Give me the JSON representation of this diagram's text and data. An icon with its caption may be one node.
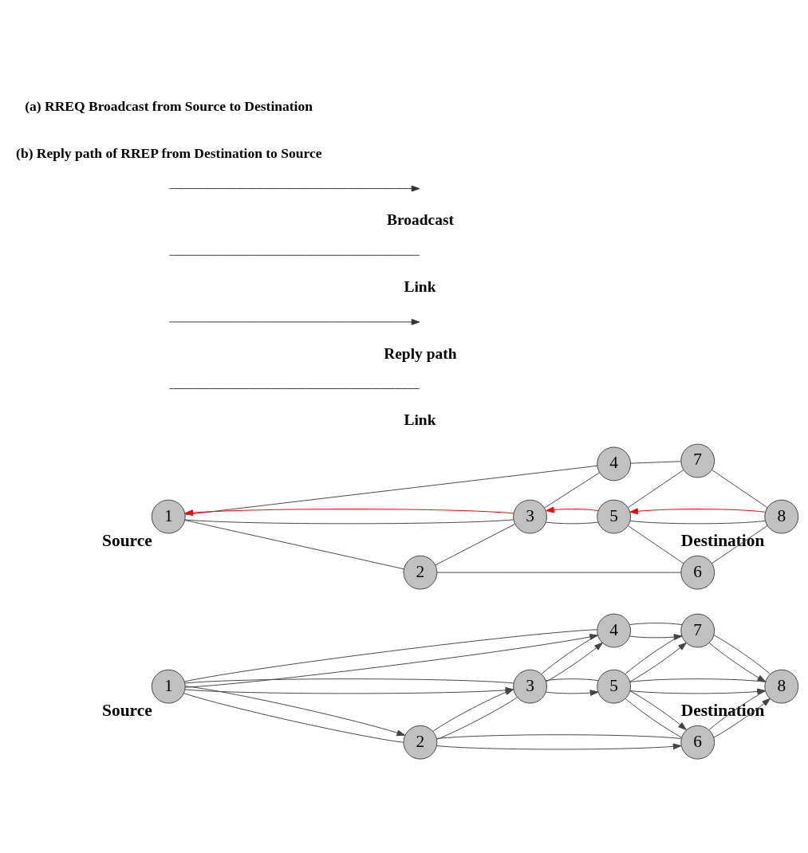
{
  "diagram": {
    "nodes": [
      {
        "text": [
          "1"
        ],
        "beside": [
          "Source"
        ]
      },
      {
        "text": [
          "2"
        ]
      },
      {
        "text": [
          "3"
        ]
      },
      {
        "text": [
          "4"
        ]
      },
      {
        "text": [
          "5"
        ]
      },
      {
        "text": [
          "6"
        ]
      },
      {
        "text": [
          "7"
        ]
      },
      {
        "text": [
          "8"
        ],
        "beside": [
          "Destination"
        ]
      },
      {
        "text": [
          "1"
        ],
        "beside": [
          "Source"
        ]
      },
      {
        "text": [
          "2"
        ]
      },
      {
        "text": [
          "3"
        ]
      },
      {
        "text": [
          "4"
        ]
      },
      {
        "text": [
          "5"
        ]
      },
      {
        "text": [
          "6"
        ]
      },
      {
        "text": [
          "7"
        ]
      },
      {
        "text": [
          "8"
        ],
        "beside": [
          "Destination"
        ]
      }
    ],
    "edges": [
      {
        "from": 0,
        "to": 1,
        "arrow": "none"
      },
      {
        "from": 0,
        "to": 1,
        "arrow": "to"
      },
      {
        "from": 0,
        "to": 2,
        "arrow": "to"
      },
      {
        "from": 0,
        "to": 2,
        "arrow": "none"
      },
      {
        "from": 0,
        "to": 3,
        "arrow": "to"
      },
      {
        "from": 0,
        "to": 3,
        "arrow": "none"
      },
      {
        "from": 1,
        "to": 2,
        "arrow": "none"
      },
      {
        "from": 1,
        "to": 2,
        "arrow": "to"
      },
      {
        "from": 1,
        "to": 5,
        "arrow": "to"
      },
      {
        "from": 1,
        "to": 5,
        "arrow": "none"
      },
      {
        "from": 2,
        "to": 3,
        "arrow": "to"
      },
      {
        "from": 2,
        "to": 3,
        "arrow": "none"
      },
      {
        "from": 2,
        "to": 4,
        "arrow": "to"
      },
      {
        "from": 2,
        "to": 4,
        "arrow": "none"
      },
      {
        "from": 3,
        "to": 6,
        "arrow": "to"
      },
      {
        "from": 3,
        "to": 6,
        "arrow": "none"
      },
      {
        "from": 4,
        "to": 5,
        "arrow": "none"
      },
      {
        "from": 4,
        "to": 5,
        "arrow": "to"
      },
      {
        "from": 4,
        "to": 6,
        "arrow": "to"
      },
      {
        "from": 4,
        "to": 6,
        "arrow": "none"
      },
      {
        "from": 4,
        "to": 7,
        "arrow": "to"
      },
      {
        "from": 4,
        "to": 7,
        "arrow": "none"
      },
      {
        "from": 5,
        "to": 7,
        "arrow": "to"
      },
      {
        "from": 5,
        "to": 7,
        "arrow": "none"
      },
      {
        "from": 6,
        "to": 7,
        "arrow": "to"
      },
      {
        "from": 6,
        "to": 7,
        "arrow": "none"
      },
      {
        "from": 8,
        "to": 9,
        "arrow": "none"
      },
      {
        "from": 10,
        "to": 8,
        "arrow": "to",
        "color": "#ff0000"
      },
      {
        "from": 8,
        "to": 10,
        "arrow": "none"
      },
      {
        "from": 8,
        "to": 11,
        "arrow": "none"
      },
      {
        "from": 9,
        "to": 10,
        "arrow": "none"
      },
      {
        "from": 9,
        "to": 13,
        "arrow": "none"
      },
      {
        "from": 10,
        "to": 11,
        "arrow": "none"
      },
      {
        "from": 12,
        "to": 10,
        "arrow": "to",
        "color": "#ff0000"
      },
      {
        "from": 10,
        "to": 12,
        "arrow": "none"
      },
      {
        "from": 11,
        "to": 14,
        "arrow": "none"
      },
      {
        "from": 12,
        "to": 13,
        "arrow": "none"
      },
      {
        "from": 12,
        "to": 14,
        "arrow": "none"
      },
      {
        "from": 15,
        "to": 12,
        "arrow": "to",
        "color": "#ff0000"
      },
      {
        "from": 12,
        "to": 15,
        "arrow": "none"
      },
      {
        "from": 13,
        "to": 15,
        "arrow": "none"
      },
      {
        "from": 14,
        "to": 15,
        "arrow": "none"
      }
    ],
    "labels": [
      "(a) RREQ Broadcast from Source to Destination",
      "(b) Reply path of RREP from Destination to Source"
    ],
    "legend": [
      {
        "text": "Broadcast"
      },
      {
        "text": "Link"
      },
      {
        "text": "Reply path"
      },
      {
        "text": "Link"
      }
    ]
  }
}
